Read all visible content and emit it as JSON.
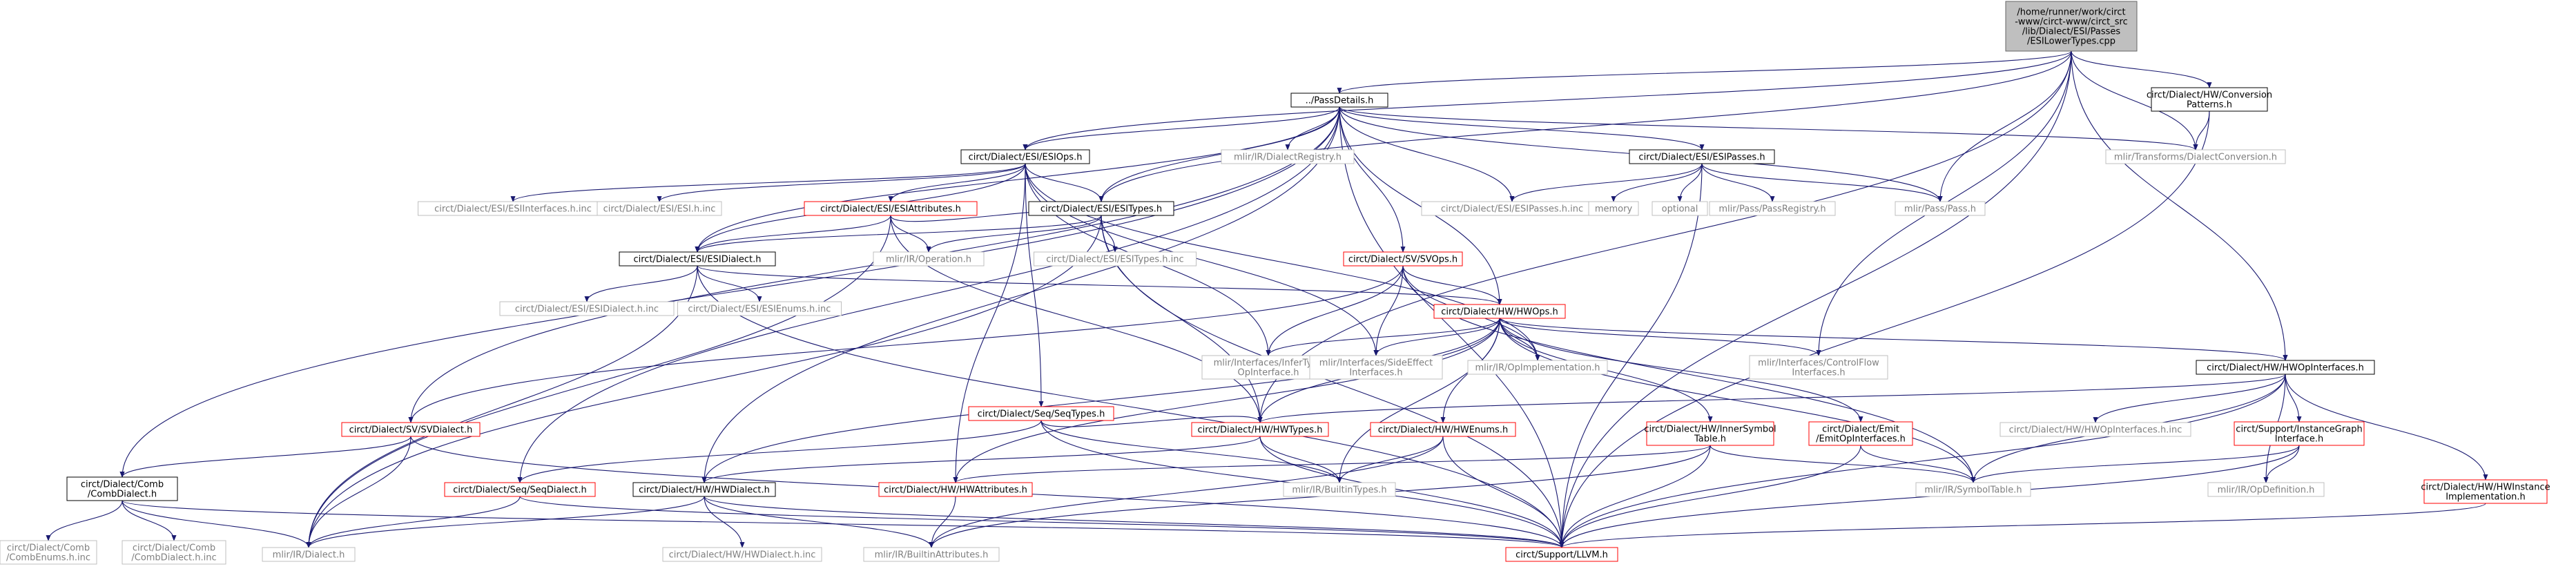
{
  "nodes": {
    "root": {
      "lines": [
        "/home/runner/work/circt",
        "-www/circt-www/circt_src",
        "/lib/Dialect/ESI/Passes",
        "/ESILowerTypes.cpp"
      ],
      "style": "root"
    },
    "passdetails": {
      "lines": [
        "../PassDetails.h"
      ],
      "style": "black"
    },
    "convpatterns": {
      "lines": [
        "circt/Dialect/HW/Conversion",
        "Patterns.h"
      ],
      "style": "black"
    },
    "esiops": {
      "lines": [
        "circt/Dialect/ESI/ESIOps.h"
      ],
      "style": "black"
    },
    "dialectregistry": {
      "lines": [
        "mlir/IR/DialectRegistry.h"
      ],
      "style": "gray"
    },
    "esipasses": {
      "lines": [
        "circt/Dialect/ESI/ESIPasses.h"
      ],
      "style": "black"
    },
    "dialectconversion": {
      "lines": [
        "mlir/Transforms/DialectConversion.h"
      ],
      "style": "gray"
    },
    "esiinterfacesinc": {
      "lines": [
        "circt/Dialect/ESI/ESIInterfaces.h.inc"
      ],
      "style": "gray"
    },
    "esihinc": {
      "lines": [
        "circt/Dialect/ESI/ESI.h.inc"
      ],
      "style": "gray"
    },
    "esiattributes": {
      "lines": [
        "circt/Dialect/ESI/ESIAttributes.h"
      ],
      "style": "red"
    },
    "esitypes": {
      "lines": [
        "circt/Dialect/ESI/ESITypes.h"
      ],
      "style": "black"
    },
    "esipassesinc": {
      "lines": [
        "circt/Dialect/ESI/ESIPasses.h.inc"
      ],
      "style": "gray"
    },
    "memory": {
      "lines": [
        "memory"
      ],
      "style": "gray"
    },
    "optional": {
      "lines": [
        "optional"
      ],
      "style": "gray"
    },
    "passregistry": {
      "lines": [
        "mlir/Pass/PassRegistry.h"
      ],
      "style": "gray"
    },
    "pass": {
      "lines": [
        "mlir/Pass/Pass.h"
      ],
      "style": "gray"
    },
    "operation": {
      "lines": [
        "mlir/IR/Operation.h"
      ],
      "style": "gray"
    },
    "esitypesinc": {
      "lines": [
        "circt/Dialect/ESI/ESITypes.h.inc"
      ],
      "style": "gray"
    },
    "esidialect": {
      "lines": [
        "circt/Dialect/ESI/ESIDialect.h"
      ],
      "style": "black"
    },
    "svops": {
      "lines": [
        "circt/Dialect/SV/SVOps.h"
      ],
      "style": "red"
    },
    "esidialectinc": {
      "lines": [
        "circt/Dialect/ESI/ESIDialect.h.inc"
      ],
      "style": "gray"
    },
    "esienumsinc": {
      "lines": [
        "circt/Dialect/ESI/ESIEnums.h.inc"
      ],
      "style": "gray"
    },
    "hwops": {
      "lines": [
        "circt/Dialect/HW/HWOps.h"
      ],
      "style": "red"
    },
    "infertype": {
      "lines": [
        "mlir/Interfaces/InferType",
        "OpInterface.h"
      ],
      "style": "gray"
    },
    "sideeffect": {
      "lines": [
        "mlir/Interfaces/SideEffect",
        "Interfaces.h"
      ],
      "style": "gray"
    },
    "opimpl": {
      "lines": [
        "mlir/IR/OpImplementation.h"
      ],
      "style": "gray"
    },
    "controlflow": {
      "lines": [
        "mlir/Interfaces/ControlFlow",
        "Interfaces.h"
      ],
      "style": "gray"
    },
    "hwopinterfaces": {
      "lines": [
        "circt/Dialect/HW/HWOpInterfaces.h"
      ],
      "style": "black"
    },
    "seqtypes": {
      "lines": [
        "circt/Dialect/Seq/SeqTypes.h"
      ],
      "style": "red"
    },
    "svdialect": {
      "lines": [
        "circt/Dialect/SV/SVDialect.h"
      ],
      "style": "red"
    },
    "hwtypes": {
      "lines": [
        "circt/Dialect/HW/HWTypes.h"
      ],
      "style": "red"
    },
    "hwenums": {
      "lines": [
        "circt/Dialect/HW/HWEnums.h"
      ],
      "style": "red"
    },
    "innersymbol": {
      "lines": [
        "circt/Dialect/HW/InnerSymbol",
        "Table.h"
      ],
      "style": "red"
    },
    "emitopinterfaces": {
      "lines": [
        "circt/Dialect/Emit",
        "/EmitOpInterfaces.h"
      ],
      "style": "red"
    },
    "hwopinterfacesinc": {
      "lines": [
        "circt/Dialect/HW/HWOpInterfaces.h.inc"
      ],
      "style": "gray"
    },
    "instancegraph": {
      "lines": [
        "circt/Support/InstanceGraph",
        "Interface.h"
      ],
      "style": "red"
    },
    "combdialect": {
      "lines": [
        "circt/Dialect/Comb",
        "/CombDialect.h"
      ],
      "style": "black"
    },
    "seqdialect": {
      "lines": [
        "circt/Dialect/Seq/SeqDialect.h"
      ],
      "style": "red"
    },
    "hwdialect": {
      "lines": [
        "circt/Dialect/HW/HWDialect.h"
      ],
      "style": "black"
    },
    "hwattributes": {
      "lines": [
        "circt/Dialect/HW/HWAttributes.h"
      ],
      "style": "red"
    },
    "builtintypes": {
      "lines": [
        "mlir/IR/BuiltinTypes.h"
      ],
      "style": "gray"
    },
    "symboltable": {
      "lines": [
        "mlir/IR/SymbolTable.h"
      ],
      "style": "gray"
    },
    "opdefinition": {
      "lines": [
        "mlir/IR/OpDefinition.h"
      ],
      "style": "gray"
    },
    "hwinstanceimpl": {
      "lines": [
        "circt/Dialect/HW/HWInstance",
        "Implementation.h"
      ],
      "style": "red"
    },
    "combenumsinc": {
      "lines": [
        "circt/Dialect/Comb",
        "/CombEnums.h.inc"
      ],
      "style": "gray"
    },
    "combdialecthinc": {
      "lines": [
        "circt/Dialect/Comb",
        "/CombDialect.h.inc"
      ],
      "style": "gray"
    },
    "irdialect": {
      "lines": [
        "mlir/IR/Dialect.h"
      ],
      "style": "gray"
    },
    "hwdialectinc": {
      "lines": [
        "circt/Dialect/HW/HWDialect.h.inc"
      ],
      "style": "gray"
    },
    "builtinattributes": {
      "lines": [
        "mlir/IR/BuiltinAttributes.h"
      ],
      "style": "gray"
    },
    "llvm": {
      "lines": [
        "circt/Support/LLVM.h"
      ],
      "style": "red"
    }
  },
  "edges": [
    [
      "root",
      "passdetails"
    ],
    [
      "root",
      "convpatterns"
    ],
    [
      "root",
      "esiops"
    ],
    [
      "root",
      "esitypes"
    ],
    [
      "root",
      "dialectconversion"
    ],
    [
      "root",
      "pass"
    ],
    [
      "root",
      "hwopinterfaces"
    ],
    [
      "root",
      "controlflow"
    ],
    [
      "root",
      "hwtypes"
    ],
    [
      "root",
      "llvm"
    ],
    [
      "convpatterns",
      "dialectconversion"
    ],
    [
      "convpatterns",
      "llvm"
    ],
    [
      "passdetails",
      "esiops"
    ],
    [
      "passdetails",
      "dialectregistry"
    ],
    [
      "passdetails",
      "esipasses"
    ],
    [
      "passdetails",
      "dialectconversion"
    ],
    [
      "passdetails",
      "esipassesinc"
    ],
    [
      "passdetails",
      "pass"
    ],
    [
      "passdetails",
      "esitypes"
    ],
    [
      "passdetails",
      "esidialect"
    ],
    [
      "passdetails",
      "svops"
    ],
    [
      "passdetails",
      "svdialect"
    ],
    [
      "passdetails",
      "hwops"
    ],
    [
      "passdetails",
      "seqdialect"
    ],
    [
      "passdetails",
      "combdialect"
    ],
    [
      "passdetails",
      "hwdialect"
    ],
    [
      "passdetails",
      "llvm"
    ],
    [
      "esiops",
      "esiinterfacesinc"
    ],
    [
      "esiops",
      "esihinc"
    ],
    [
      "esiops",
      "esiattributes"
    ],
    [
      "esiops",
      "esitypes"
    ],
    [
      "esiops",
      "esidialect"
    ],
    [
      "esiops",
      "seqtypes"
    ],
    [
      "esiops",
      "hwattributes"
    ],
    [
      "esiops",
      "infertype"
    ],
    [
      "esiops",
      "sideeffect"
    ],
    [
      "esiops",
      "opimpl"
    ],
    [
      "esipasses",
      "esipassesinc"
    ],
    [
      "esipasses",
      "memory"
    ],
    [
      "esipasses",
      "optional"
    ],
    [
      "esipasses",
      "passregistry"
    ],
    [
      "esipasses",
      "pass"
    ],
    [
      "esipasses",
      "llvm"
    ],
    [
      "esiattributes",
      "esidialect"
    ],
    [
      "esiattributes",
      "esitypes"
    ],
    [
      "esiattributes",
      "operation"
    ],
    [
      "esiattributes",
      "hwtypes"
    ],
    [
      "esiattributes",
      "irdialect"
    ],
    [
      "esitypes",
      "esidialect"
    ],
    [
      "esitypes",
      "operation"
    ],
    [
      "esitypes",
      "esitypesinc"
    ],
    [
      "esitypes",
      "hwtypes"
    ],
    [
      "esitypes",
      "llvm"
    ],
    [
      "esitypes",
      "irdialect"
    ],
    [
      "esidialect",
      "esidialectinc"
    ],
    [
      "esidialect",
      "esienumsinc"
    ],
    [
      "esidialect",
      "hwops"
    ],
    [
      "esidialect",
      "irdialect"
    ],
    [
      "esidialect",
      "llvm"
    ],
    [
      "svops",
      "hwops"
    ],
    [
      "svops",
      "svdialect"
    ],
    [
      "svops",
      "infertype"
    ],
    [
      "svops",
      "sideeffect"
    ],
    [
      "svops",
      "opimpl"
    ],
    [
      "svops",
      "symboltable"
    ],
    [
      "hwops",
      "infertype"
    ],
    [
      "hwops",
      "sideeffect"
    ],
    [
      "hwops",
      "opimpl"
    ],
    [
      "hwops",
      "controlflow"
    ],
    [
      "hwops",
      "hwopinterfaces"
    ],
    [
      "hwops",
      "hwtypes"
    ],
    [
      "hwops",
      "hwenums"
    ],
    [
      "hwops",
      "innersymbol"
    ],
    [
      "hwops",
      "emitopinterfaces"
    ],
    [
      "hwops",
      "hwdialect"
    ],
    [
      "hwops",
      "hwattributes"
    ],
    [
      "hwops",
      "builtintypes"
    ],
    [
      "hwops",
      "symboltable"
    ],
    [
      "hwopinterfaces",
      "hwtypes"
    ],
    [
      "hwopinterfaces",
      "hwopinterfacesinc"
    ],
    [
      "hwopinterfaces",
      "instancegraph"
    ],
    [
      "hwopinterfaces",
      "hwinstanceimpl"
    ],
    [
      "hwopinterfaces",
      "symboltable"
    ],
    [
      "hwopinterfaces",
      "opdefinition"
    ],
    [
      "hwopinterfaces",
      "llvm"
    ],
    [
      "seqtypes",
      "hwtypes"
    ],
    [
      "seqtypes",
      "seqdialect"
    ],
    [
      "seqtypes",
      "builtintypes"
    ],
    [
      "seqtypes",
      "llvm"
    ],
    [
      "svdialect",
      "combdialect"
    ],
    [
      "svdialect",
      "irdialect"
    ],
    [
      "svdialect",
      "llvm"
    ],
    [
      "hwtypes",
      "hwdialect"
    ],
    [
      "hwtypes",
      "builtintypes"
    ],
    [
      "hwtypes",
      "llvm"
    ],
    [
      "hwenums",
      "builtintypes"
    ],
    [
      "hwenums",
      "builtinattributes"
    ],
    [
      "hwenums",
      "llvm"
    ],
    [
      "innersymbol",
      "hwattributes"
    ],
    [
      "innersymbol",
      "symboltable"
    ],
    [
      "innersymbol",
      "llvm"
    ],
    [
      "innersymbol",
      "builtinattributes"
    ],
    [
      "emitopinterfaces",
      "symboltable"
    ],
    [
      "emitopinterfaces",
      "llvm"
    ],
    [
      "instancegraph",
      "symboltable"
    ],
    [
      "instancegraph",
      "opdefinition"
    ],
    [
      "instancegraph",
      "llvm"
    ],
    [
      "hwinstanceimpl",
      "llvm"
    ],
    [
      "combdialect",
      "combenumsinc"
    ],
    [
      "combdialect",
      "combdialecthinc"
    ],
    [
      "combdialect",
      "irdialect"
    ],
    [
      "combdialect",
      "llvm"
    ],
    [
      "seqdialect",
      "irdialect"
    ],
    [
      "seqdialect",
      "llvm"
    ],
    [
      "hwdialect",
      "hwdialectinc"
    ],
    [
      "hwdialect",
      "irdialect"
    ],
    [
      "hwdialect",
      "builtinattributes"
    ],
    [
      "hwdialect",
      "llvm"
    ],
    [
      "hwattributes",
      "builtinattributes"
    ]
  ],
  "colors": {
    "edge": "#191970",
    "root_fill": "#bfbfbf",
    "black_border": "#000000",
    "red_border": "#ff0000",
    "gray_border": "#bfbfbf",
    "gray_text": "#7f7f7f"
  }
}
